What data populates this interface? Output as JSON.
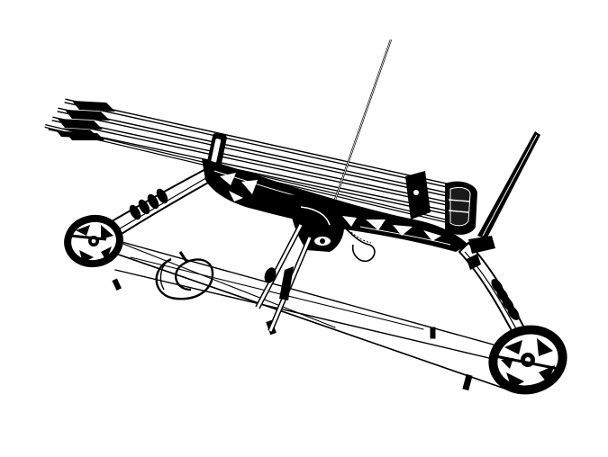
{
  "image": {
    "subject": "compound-bow-illustration",
    "style": "black-and-white line art",
    "colors": {
      "background": "#ffffff",
      "ink": "#000000",
      "shade": "#1a1a1a",
      "highlight": "#ffffff"
    },
    "arrow_count": 5,
    "components": [
      "cam-left",
      "cam-right",
      "riser",
      "quiver",
      "arrows",
      "bowstring",
      "cables",
      "stabilizer",
      "sight-pin",
      "wrist-sling",
      "limbs"
    ]
  }
}
